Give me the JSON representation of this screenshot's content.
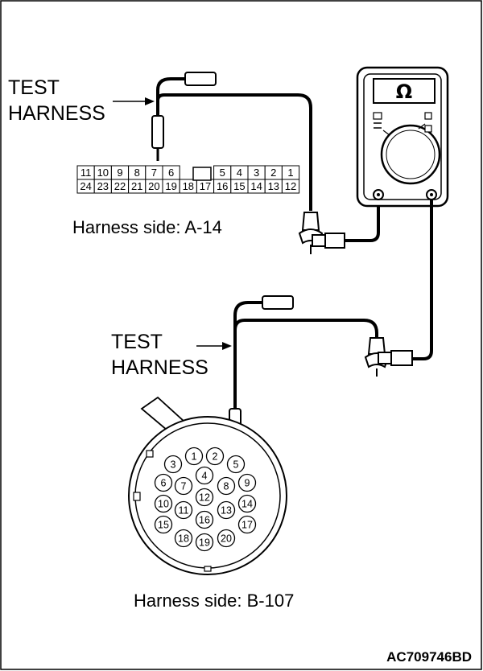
{
  "labels": {
    "test_harness_top_line1": "TEST",
    "test_harness_top_line2": "HARNESS",
    "test_harness_bottom_line1": "TEST",
    "test_harness_bottom_line2": "HARNESS",
    "harness_side_a": "Harness side: A-14",
    "harness_side_b": "Harness side: B-107",
    "figure_code": "AC709746BD"
  },
  "meter": {
    "display_symbol": "Ω",
    "icon": "multimeter-icon"
  },
  "connector_a14": {
    "top_row": [
      "11",
      "10",
      "9",
      "8",
      "7",
      "6",
      "",
      "",
      "5",
      "4",
      "3",
      "2",
      "1"
    ],
    "bottom_row": [
      "24",
      "23",
      "22",
      "21",
      "20",
      "19",
      "18",
      "17",
      "16",
      "15",
      "14",
      "13",
      "12"
    ],
    "probed_pin": "7"
  },
  "connector_b107": {
    "pins": [
      "1",
      "2",
      "3",
      "4",
      "5",
      "6",
      "7",
      "8",
      "9",
      "10",
      "11",
      "12",
      "13",
      "14",
      "15",
      "16",
      "17",
      "18",
      "19",
      "20"
    ],
    "probed_pin": "5"
  },
  "icons": {
    "probe": "probe-icon",
    "alligator_clip": "alligator-clip-icon",
    "arrow": "arrow-icon"
  }
}
